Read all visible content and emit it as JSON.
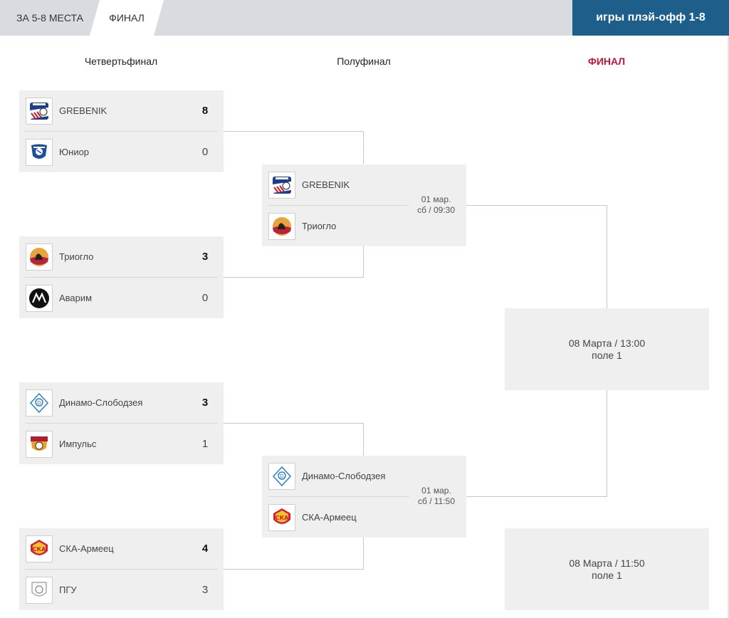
{
  "tabs": {
    "places_5_8": "ЗА 5-8 МЕСТА",
    "final": "ФИНАЛ",
    "playoff": "игры плэй-офф 1-8"
  },
  "rounds": {
    "quarter": "Четвертьфинал",
    "semi": "Полуфинал",
    "final": "ФИНАЛ"
  },
  "quarterfinals": [
    {
      "team1": "GREBENIK",
      "score1": "8",
      "logo1": "grebenik-logo",
      "team2": "Юниор",
      "score2": "0",
      "logo2": "junior-logo"
    },
    {
      "team1": "Триогло",
      "score1": "3",
      "logo1": "trioglo-logo",
      "team2": "Аварим",
      "score2": "0",
      "logo2": "avarim-logo"
    },
    {
      "team1": "Динамо-Слободзея",
      "score1": "3",
      "logo1": "dinamo-logo",
      "team2": "Импульс",
      "score2": "1",
      "logo2": "impuls-logo"
    },
    {
      "team1": "СКА-Армеец",
      "score1": "4",
      "logo1": "ska-logo",
      "team2": "ПГУ",
      "score2": "3",
      "logo2": "pgu-logo"
    }
  ],
  "semifinals": [
    {
      "team1": "GREBENIK",
      "logo1": "grebenik-logo",
      "team2": "Триогло",
      "logo2": "trioglo-logo",
      "date": "01 мар.",
      "time": "сб / 09:30"
    },
    {
      "team1": "Динамо-Слободзея",
      "logo1": "dinamo-logo",
      "team2": "СКА-Армеец",
      "logo2": "ska-logo",
      "date": "01 мар.",
      "time": "сб / 11:50"
    }
  ],
  "finals": [
    {
      "datetime": "08 Марта / 13:00",
      "field": "поле 1"
    },
    {
      "datetime": "08 Марта / 11:50",
      "field": "поле 1"
    }
  ],
  "colors": {
    "playoff_tab": "#1e5e8a",
    "final_title": "#c4143c",
    "box_bg": "#efefef"
  }
}
